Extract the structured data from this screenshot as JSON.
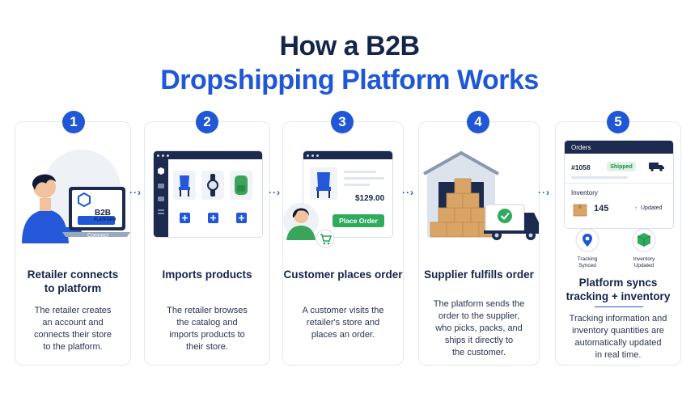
{
  "title": {
    "line1": "How a B2B",
    "line2": "Dropshipping Platform Works"
  },
  "steps": [
    {
      "number": "1",
      "title": "Retailer connects\nto platform",
      "description": "The retailer creates\nan account and\nconnects their store\nto the platform.",
      "laptop": {
        "brand": "B2B",
        "sub": "PLATFORM",
        "button": "Connect"
      }
    },
    {
      "number": "2",
      "title": "Imports products",
      "description": "The retailer browses\nthe catalog and\nimports products to\ntheir store."
    },
    {
      "number": "3",
      "title": "Customer places order",
      "description": "A customer visits the\nretailer's store and\nplaces an order.",
      "price": "$129.00",
      "button": "Place Order"
    },
    {
      "number": "4",
      "title": "Supplier fulfills order",
      "description": "The platform sends the\norder to the supplier,\nwho picks, packs, and\nships it directly to\nthe customer."
    },
    {
      "number": "5",
      "title": "Platform syncs\ntracking + inventory",
      "description": "Tracking information and\ninventory quantities are\nautomatically updated\nin real time.",
      "panel": {
        "header": "Orders",
        "order_id": "#1058",
        "status": "Shipped",
        "inventory_label": "Inventory",
        "inventory_qty": "145",
        "updated": "Updated"
      },
      "icons": [
        {
          "label": "Tracking\nSynced"
        },
        {
          "label": "Inventory\nUpdated"
        }
      ]
    }
  ],
  "colors": {
    "accent": "#1f57d6",
    "navy": "#1b2a4e",
    "green": "#27a65a",
    "box": "#d9a566"
  }
}
